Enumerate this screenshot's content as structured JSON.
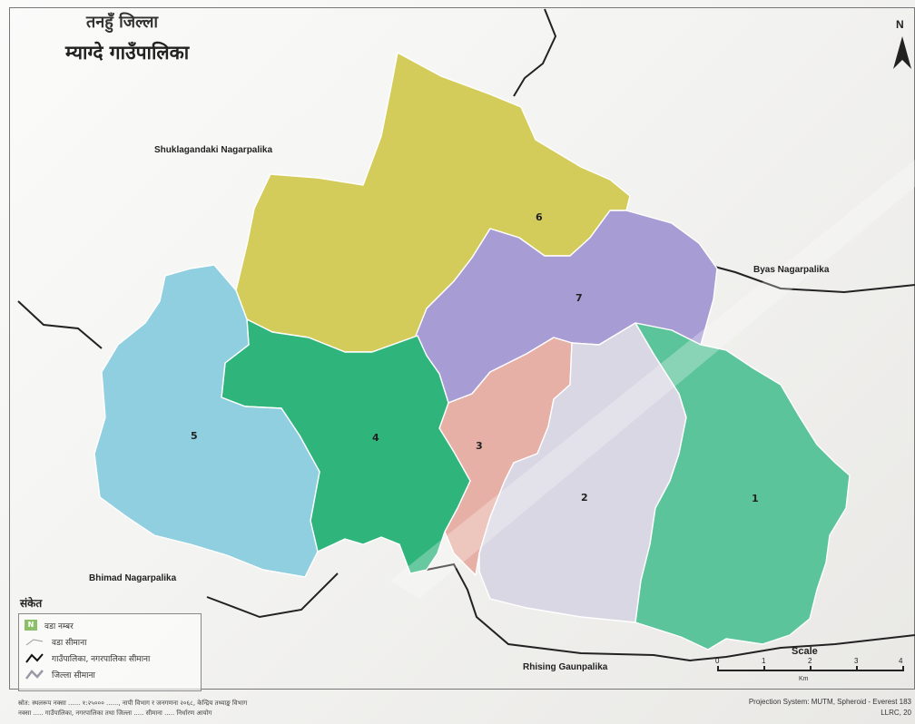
{
  "title": {
    "district": "तनहुँ जिल्ला",
    "municipality": "म्याग्दे गाउँपालिका"
  },
  "wards": [
    {
      "number": "1",
      "color": "#5cc49a"
    },
    {
      "number": "2",
      "color": "#d9d7e3"
    },
    {
      "number": "3",
      "color": "#e6b0a6"
    },
    {
      "number": "4",
      "color": "#2fb57c"
    },
    {
      "number": "5",
      "color": "#8fcfe0"
    },
    {
      "number": "6",
      "color": "#d4cc5a"
    },
    {
      "number": "7",
      "color": "#a89cd4"
    }
  ],
  "neighbors": {
    "north": "Shuklagandaki Nagarpalika",
    "east": "Byas Nagarpalika",
    "west": "Bhimad Nagarpalika",
    "south": "Rhising Gaunpalika"
  },
  "legend": {
    "title": "संकेत",
    "ward_symbol": "N",
    "items": [
      "वडा नम्बर",
      "वडा सीमाना",
      "गाउँपालिका, नगरपालिका सीमाना",
      "जिल्ला सीमाना"
    ]
  },
  "north_arrow": {
    "letter": "N"
  },
  "scale": {
    "title": "Scale",
    "ticks": [
      "0",
      "1",
      "2",
      "3",
      "4"
    ],
    "unit": "Km"
  },
  "footer": {
    "left_line1": "स्रोत: स्थलरूप नक्सा ...... १:२५००० ......, नापी विभाग र जनगणना २०६८, केन्द्रिय तथ्याङ्क विभाग",
    "left_line2": "नक्सा ..... गाउँपालिका, नगरपालिका तथा जिल्ला ..... सीमाना ..... निर्धारण आयोग",
    "right_line1": "Projection System: MUTM, Spheroid - Everest 183",
    "right_line2": "LLRC, 20"
  }
}
